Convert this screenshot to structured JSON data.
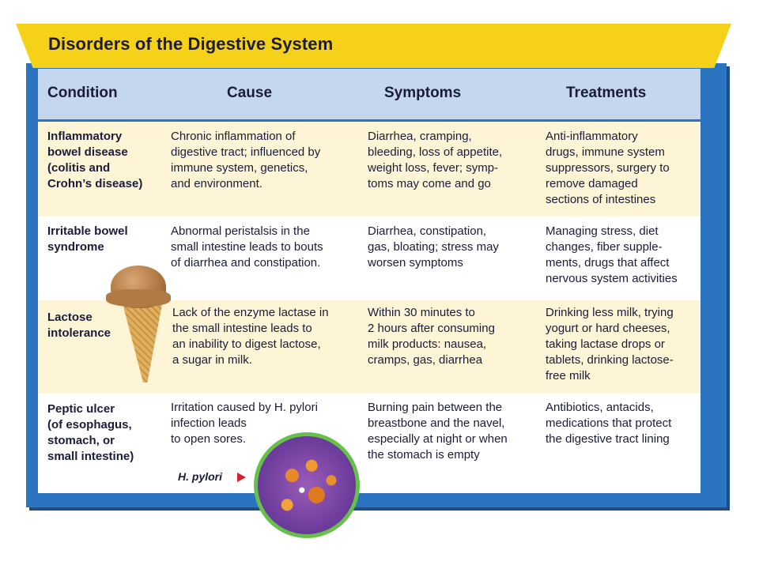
{
  "title": "Disorders of the Digestive System",
  "headers": {
    "condition": "Condition",
    "cause": "Cause",
    "symptoms": "Symptoms",
    "treatments": "Treatments"
  },
  "rows": [
    {
      "condition": [
        "Inflammatory",
        "bowel disease",
        "(colitis and",
        "Crohn’s disease)"
      ],
      "cause": [
        "Chronic inflammation of",
        "digestive tract; influenced by",
        "immune system, genetics,",
        "and environment."
      ],
      "symptoms": [
        "Diarrhea, cramping,",
        "bleeding, loss of appetite,",
        "weight loss, fever; symp-",
        "toms may come and go"
      ],
      "treatments": [
        "Anti-inflammatory",
        "drugs, immune system",
        "suppressors, surgery to",
        "remove damaged",
        "sections of intestines"
      ]
    },
    {
      "condition": [
        "Irritable bowel",
        "syndrome"
      ],
      "cause": [
        "Abnormal peristalsis in the",
        "small intestine leads to bouts",
        "of diarrhea and constipation."
      ],
      "symptoms": [
        "Diarrhea, constipation,",
        "gas, bloating; stress may",
        "worsen symptoms"
      ],
      "treatments": [
        "Managing stress, diet",
        "changes, fiber supple-",
        "ments, drugs that affect",
        "nervous system activities"
      ]
    },
    {
      "condition": [
        "Lactose",
        "intolerance"
      ],
      "cause": [
        "Lack of the enzyme lactase in",
        "the small intestine leads to",
        "an inability to digest lactose,",
        "a sugar in milk."
      ],
      "symptoms": [
        "Within 30 minutes to",
        "2 hours after consuming",
        "milk products: nausea,",
        "cramps, gas, diarrhea"
      ],
      "treatments": [
        "Drinking less milk, trying",
        "yogurt or hard cheeses,",
        "taking lactase drops or",
        "tablets, drinking lactose-",
        "free milk"
      ]
    },
    {
      "condition": [
        "Peptic ulcer",
        "(of esophagus,",
        "stomach, or",
        "small intestine)"
      ],
      "cause": [
        "Irritation caused by H. pylori",
        "infection leads",
        "to open sores."
      ],
      "symptoms": [
        "Burning pain between the",
        "breastbone and the navel,",
        "especially at night or when",
        "the stomach is empty"
      ],
      "treatments": [
        "Antibiotics, antacids,",
        "medications that protect",
        "the digestive tract lining"
      ]
    }
  ],
  "figure_label": "H. pylori",
  "colors": {
    "banner": "#f6d11a",
    "frame": "#2b74bf",
    "header_bg": "#c5d7ee",
    "cream_row": "#fdf5d6",
    "arrow": "#d2232a"
  }
}
